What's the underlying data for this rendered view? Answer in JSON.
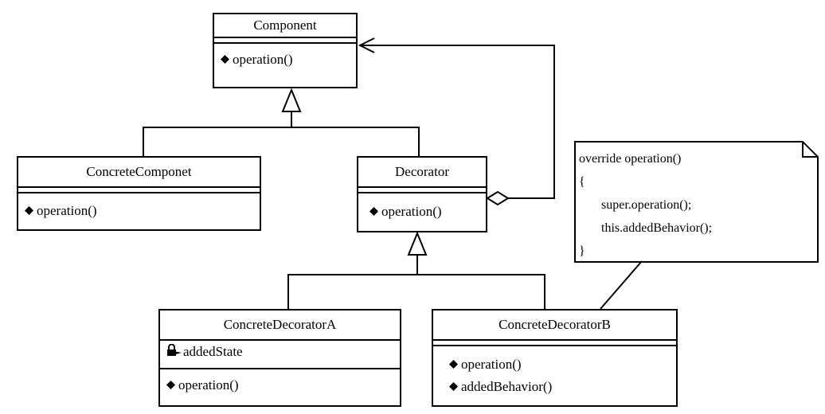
{
  "classes": {
    "component": {
      "name": "Component",
      "operations": [
        "operation()"
      ]
    },
    "concrete_component": {
      "name": "ConcreteComponet",
      "operations": [
        "operation()"
      ]
    },
    "decorator": {
      "name": "Decorator",
      "operations": [
        "operation()"
      ]
    },
    "concrete_decorator_a": {
      "name": "ConcreteDecoratorA",
      "attributes": [
        "addedState"
      ],
      "operations": [
        "operation()"
      ]
    },
    "concrete_decorator_b": {
      "name": "ConcreteDecoratorB",
      "operations": [
        "operation()",
        "addedBehavior()"
      ]
    }
  },
  "note": {
    "lines": [
      "override operation()",
      "{",
      "super.operation();",
      "this.addedBehavior();",
      "}"
    ]
  },
  "icons": {
    "operation": "operation-diamond-icon",
    "attribute": "private-attribute-lock-icon"
  }
}
